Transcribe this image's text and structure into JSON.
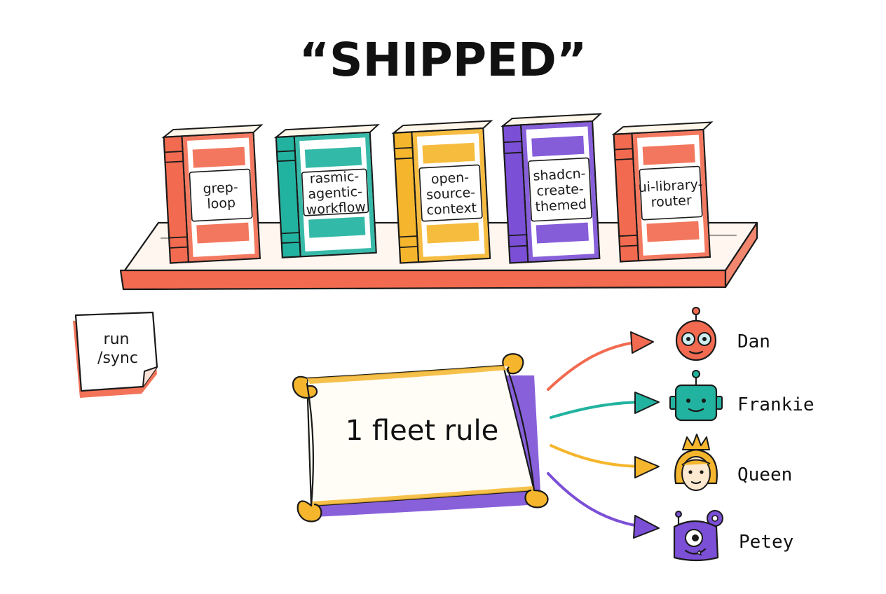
{
  "title": "“SHIPPED”",
  "books": [
    {
      "lines": [
        "grep-",
        "loop"
      ],
      "color": "#f26b50"
    },
    {
      "lines": [
        "rasmic-",
        "agentic-",
        "workflow"
      ],
      "color": "#22b3a0"
    },
    {
      "lines": [
        "open-",
        "source-",
        "context"
      ],
      "color": "#f5b62d"
    },
    {
      "lines": [
        "shadcn-",
        "create-",
        "themed"
      ],
      "color": "#7b4fd6"
    },
    {
      "lines": [
        "ui-library-",
        "router"
      ],
      "color": "#f26b50"
    }
  ],
  "note": {
    "lines": [
      "run",
      "/sync"
    ],
    "color": "#f26b50"
  },
  "scroll": {
    "text": "1 fleet rule",
    "color": "#f5b62d",
    "shadow": "#7b4fd6"
  },
  "agents": [
    {
      "name": "Dan",
      "icon": "robot-head-icon",
      "color": "#f26b50"
    },
    {
      "name": "Frankie",
      "icon": "square-robot-icon",
      "color": "#22b3a0"
    },
    {
      "name": "Queen",
      "icon": "queen-face-icon",
      "color": "#f5b62d"
    },
    {
      "name": "Petey",
      "icon": "cyclops-robot-icon",
      "color": "#7b4fd6"
    }
  ]
}
